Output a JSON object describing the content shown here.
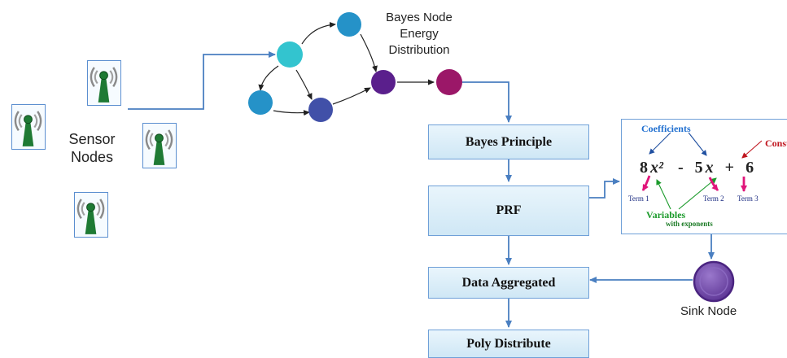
{
  "diagram": {
    "sensor_nodes_label": [
      "Sensor",
      "Nodes"
    ],
    "bayes_energy_label": [
      "Bayes Node",
      "Energy",
      "Distribution"
    ],
    "steps": {
      "bayes_principle": "Bayes Principle",
      "prf": "PRF",
      "data_aggregated": "Data Aggregated",
      "poly_distribute": "Poly Distribute"
    },
    "sink_node_label": "Sink Node",
    "polynomial": {
      "coefficients_label": "Coefficients",
      "constant_label": "Constant",
      "term1_coef": "8",
      "term1_var": "x²",
      "op1": "-",
      "term2_coef": "5",
      "term2_var": "x",
      "op2": "+",
      "term3": "6",
      "term_labels": [
        "Term 1",
        "Term 2",
        "Term 3"
      ],
      "variables_label": "Variables",
      "exponents_label": "with exponents"
    }
  },
  "colors": {
    "arrow_blue": "#4a7fc1",
    "node_cyan": "#33c4cf",
    "node_blue": "#2592c8",
    "node_indigo": "#4150a8",
    "node_purple": "#5a1f8c",
    "node_magenta": "#9b1768",
    "sink_purple": "#6a3fa0",
    "box_fill": "#dcedf8",
    "coef_blue": "#1f6fd0",
    "constant_red": "#c0151e",
    "variables_green": "#1a9a2a",
    "pointer_pink": "#e0157a"
  }
}
